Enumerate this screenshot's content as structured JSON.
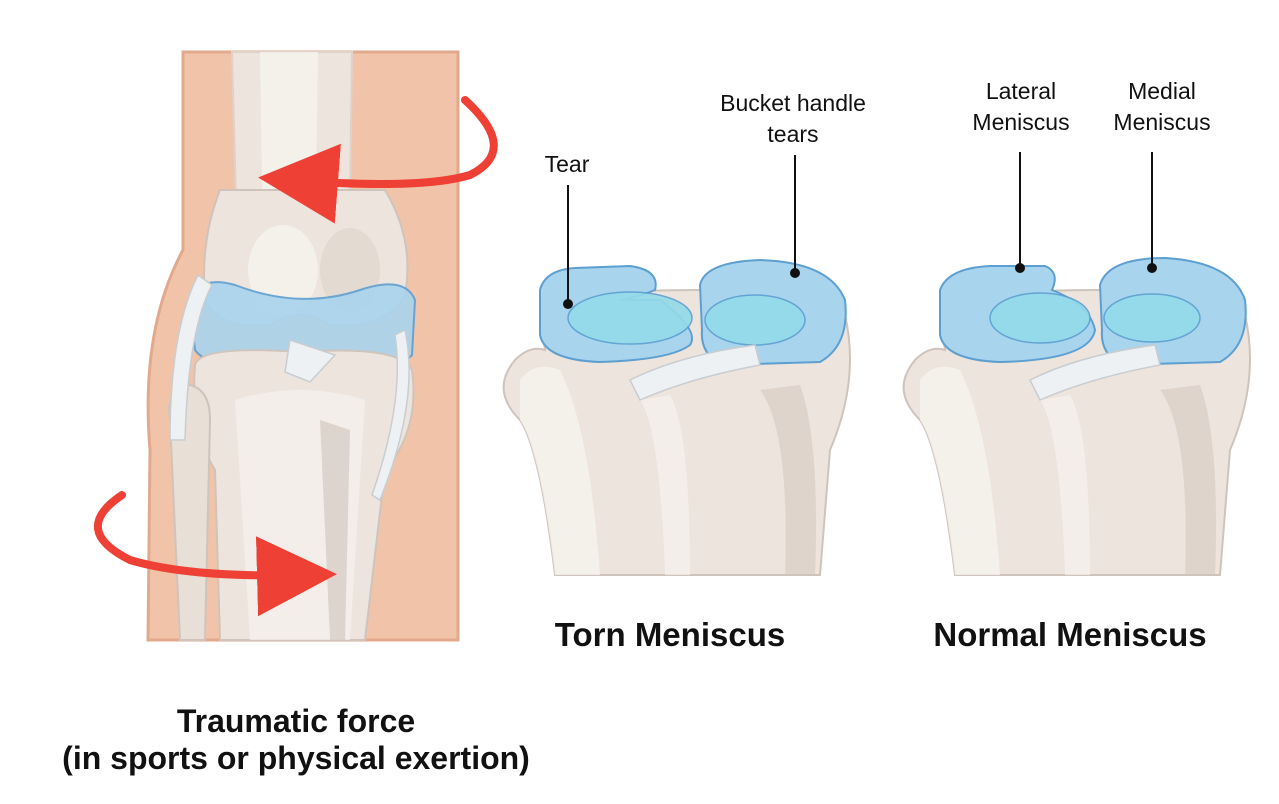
{
  "colors": {
    "skin": "#f1c4aa",
    "skin_edge": "#e3a98c",
    "bone": "#ece4dd",
    "bone_light": "#f6f2ee",
    "bone_shade": "#cfc4bb",
    "meniscus": "#a8d4ee",
    "meniscus_edge": "#5d9fd0",
    "meniscus_inner": "#93dbea",
    "arrow": "#ee4035",
    "ligament": "#eef1f3"
  },
  "labels": {
    "tear": "Tear",
    "bucket_handle_1": "Bucket handle",
    "bucket_handle_2": "tears",
    "lateral_1": "Lateral",
    "lateral_2": "Meniscus",
    "medial_1": "Medial",
    "medial_2": "Meniscus"
  },
  "titles": {
    "torn": "Torn Meniscus",
    "normal": "Normal Meniscus",
    "traumatic_1": "Traumatic force",
    "traumatic_2": "(in sports or physical exertion)"
  }
}
